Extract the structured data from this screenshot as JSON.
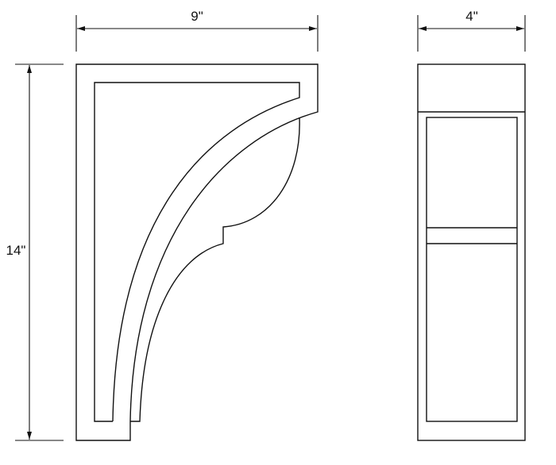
{
  "dimensions": {
    "width_label": "9\"",
    "depth_label": "4\"",
    "height_label": "14\""
  },
  "line_color": "#111111"
}
